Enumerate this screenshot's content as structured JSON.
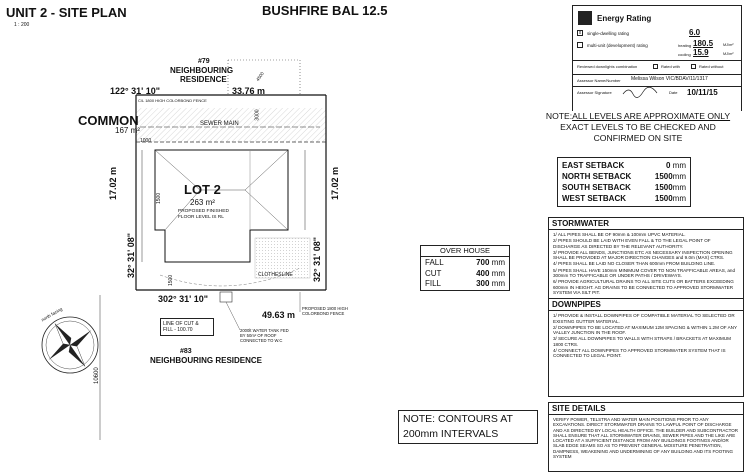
{
  "header": {
    "title": "UNIT 2 - SITE PLAN",
    "scale": "1 : 200",
    "subtitle": "BUSHFIRE BAL 12.5"
  },
  "plan": {
    "neighbour_top": "#79\nNEIGHBOURING\nRESIDENCE",
    "neighbour_top_num": "#79",
    "neighbour_top_l1": "NEIGHBOURING",
    "neighbour_top_l2": "RESIDENCE",
    "bearing_top": "122° 31' 10\"",
    "length_top": "33.76 m",
    "fence_top": "C/L 1800 HIGH COLORBOND FENCE",
    "common_label": "COMMON",
    "common_area": "167 m²",
    "sewer": "SEWER MAIN",
    "lot_label": "LOT 2",
    "lot_area": "263 m²",
    "floor_note_1": "PROPOSED FINISHED",
    "floor_note_2": "FLOOR LEVEL IS RL",
    "left_side": "17.02 m",
    "right_side": "17.02 m",
    "left_bearing": "32° 31' 08\"",
    "right_bearing": "32° 31' 08\"",
    "bearing_bottom": "302° 31' 10\"",
    "length_bottom": "49.63 m",
    "clothesline": "CLOTHESLINE",
    "dim_1000": "1000",
    "dim_1500a": "1500",
    "dim_1500b": "1500",
    "dim_3000": "3000",
    "dim_4500": "4500",
    "dim_10600": "10600",
    "fence_bottom": "PROPOSED 1800 HIGH COLORBOND FENCE",
    "cut_fill_note": "LINE OF CUT &\nFILL - 100.70",
    "cut_fill_l1": "LINE OF CUT &",
    "cut_fill_l2": "FILL - 100.70",
    "tank_l1": "2000lt WATER TANK FED",
    "tank_l2": "BY 50m² OF ROOF",
    "tank_l3": "CONNECTED TO W.C",
    "neighbour_bottom_num": "#83",
    "neighbour_bottom": "NEIGHBOURING RESIDENCE",
    "north": "north facing"
  },
  "energy": {
    "title": "Energy Rating",
    "rating_label": "single-dwelling rating",
    "rating_value": "6.0",
    "multi_label": "multi-unit (development) rating",
    "heating_label": "heating",
    "heating_value": "180.5",
    "cooling_label": "cooling",
    "cooling_value": "15.9",
    "unit": "MJ/m²",
    "glazing_label": "Reviewed downlights combination",
    "glazing_opt1": "Rated with",
    "glazing_opt2": "Rated without",
    "assessor_name_label": "Assessor Name/Number",
    "assessor_name": "Melissa Wilson VIC/BDAV/11/1317",
    "assessor_sig_label": "Assessor Signature",
    "date_label": "Date",
    "date": "10/11/15"
  },
  "note_levels": {
    "prefix": "NOTE:",
    "l1": "ALL LEVELS ARE APPROXIMATE ONLY",
    "l2": "EXACT LEVELS  TO BE CHECKED AND",
    "l3": "CONFIRMED ON SITE"
  },
  "setbacks": [
    {
      "label": "EAST SETBACK",
      "value": "0",
      "unit": "mm"
    },
    {
      "label": "NORTH SETBACK",
      "value": "1500",
      "unit": "mm"
    },
    {
      "label": "SOUTH SETBACK",
      "value": "1500",
      "unit": "mm"
    },
    {
      "label": "WEST SETBACK",
      "value": "1500",
      "unit": "mm"
    }
  ],
  "over_house": {
    "title": "OVER HOUSE",
    "rows": [
      {
        "label": "FALL",
        "value": "700",
        "unit": "mm"
      },
      {
        "label": "CUT",
        "value": "400",
        "unit": "mm"
      },
      {
        "label": "FILL",
        "value": "300",
        "unit": "mm"
      }
    ]
  },
  "stormwater": {
    "title": "STORMWATER",
    "items": [
      "1/ ALL PIPES SHALL BE OF 90mm & 100mm UPVC MATERIAL.",
      "2/ PIPES SHOULD BE LAID WITH EVEN FALL & TO THE LEGAL POINT OF DISCHARGE AS DIRECTED BY THE RELEVANT AUTHORITY.",
      "3/ PROVIDE ALL BENDS, JUNCTIONS ETC AS NECESSARY INSPECTION OPENING SHALL BE PROVIDED AT MAJOR DIRECTION CHANGES and 9.0m (MAX) CTRS.",
      "4/ PIPES SHALL BE LAID NO CLOSER THAN 600mm FROM BUILDING LINE.",
      "5/ PIPES SHALL HAVE 150mm MINIMUM COVER TO NON TRAFFICABLE AREAS, and 300mm TO TRAFFICABLE OR UNDER PATHS / DRIVEWAYS.",
      "6/ PROVIDE AGRICULTURAL DRAINS TO ALL SITE CUTS OR BATTERS EXCEEDING 600mm IN HEIGHT. AG DRAINS TO BE CONNECTED TO APPROVED STORMWATER SYSTEM VIA SILT PIT."
    ]
  },
  "downpipes": {
    "title": "DOWNPIPES",
    "items": [
      "1/ PROVIDE & INSTALL DOWNPIPES OF COMPATIBLE MATERIAL TO SELECTED OR EXISTING GUTTER MATERIAL.",
      "2/ DOWNPIPES TO BE LOCATED AT MAXIMUM 12M SPACING & WITHIN 1.2M OF ANY VALLEY JUNCTION IN THE ROOF.",
      "3/ SECURE ALL DOWNPIPES TO WALLS WITH STRAPS / BRACKETS AT MAXIMUM 1800 CTRS.",
      "4/ CONNECT ALL DOWNPIPES TO APPROVED STORMWATER SYSTEM THAT IS CONNECTED TO LEGAL POINT."
    ]
  },
  "contours_note": {
    "l1": "NOTE: CONTOURS AT",
    "l2": "200mm INTERVALS"
  },
  "site_details": {
    "title": "SITE DETAILS",
    "text": "VERIFY POWER, TELSTRA AND WATER MAIN POSITIONS PRIOR TO ANY EXCAVATIONS. DIRECT STORMWATER DRAINS TO LAWFUL POINT OF DISCHARGE AND AS DIRECTED BY LOCAL HEALTH OFFICE. THE BUILDER AND SUBCONTRACTOR SHALL ENSURE THAT ALL STORMWATER DRAINS, SEWER PIPES AND THE LIKE ARE LOCATED AT A SUFFICIENT DISTANCE FROM ANY BUILDINGS FOOTINGS AND/OR SLAB EDGE SEAMS SO AS TO PREVENT GENERAL MOISTURE PENETRATION, DAMPNESS, WEAKENING AND UNDERMINING OF ANY BUILDING AND ITS FOOTING SYSTEM"
  }
}
